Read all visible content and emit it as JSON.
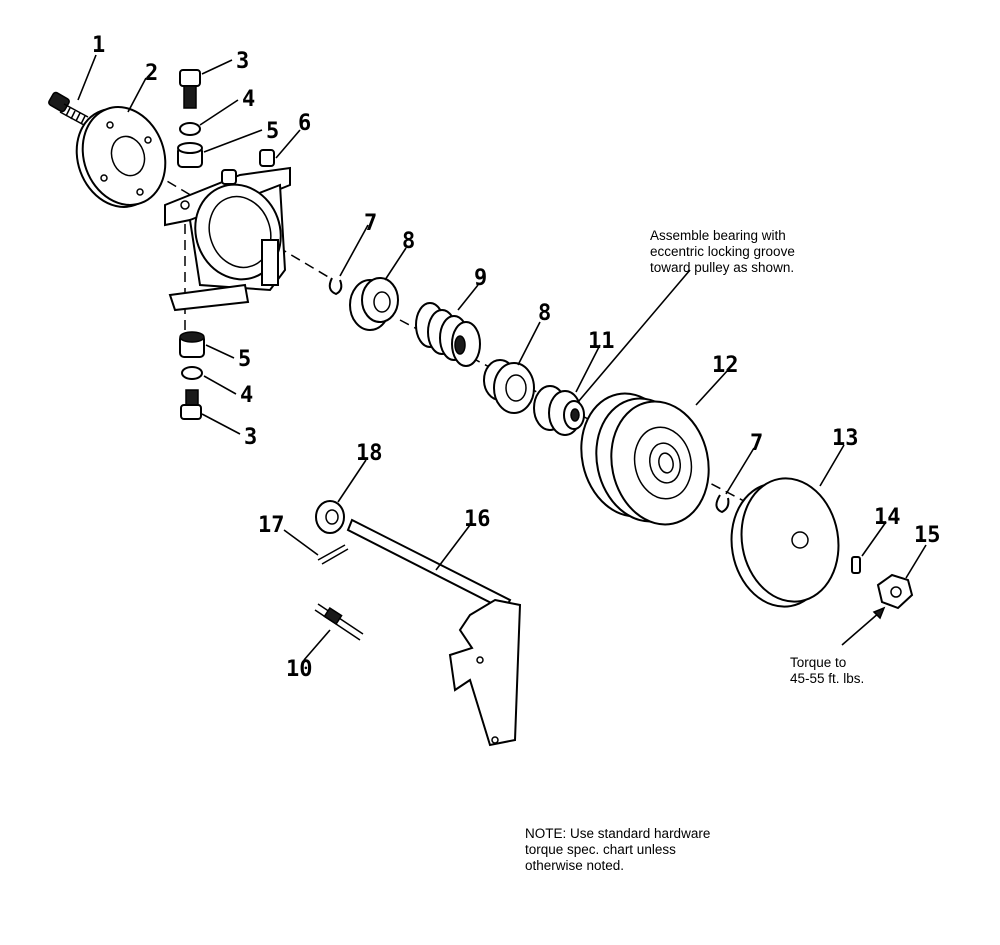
{
  "callouts": {
    "c1": "1",
    "c2": "2",
    "c3a": "3",
    "c4a": "4",
    "c5a": "5",
    "c6": "6",
    "c7a": "7",
    "c8a": "8",
    "c9": "9",
    "c8b": "8",
    "c11": "11",
    "c12": "12",
    "c5b": "5",
    "c4b": "4",
    "c3b": "3",
    "c18": "18",
    "c16": "16",
    "c17": "17",
    "c7b": "7",
    "c13": "13",
    "c14": "14",
    "c15": "15",
    "c10": "10"
  },
  "notes": {
    "bearing": "Assemble bearing with\neccentric locking groove\ntoward pulley as shown.",
    "torque": "Torque to\n45-55 ft. lbs.",
    "general": "NOTE: Use standard hardware\ntorque spec. chart unless\notherwise noted."
  }
}
